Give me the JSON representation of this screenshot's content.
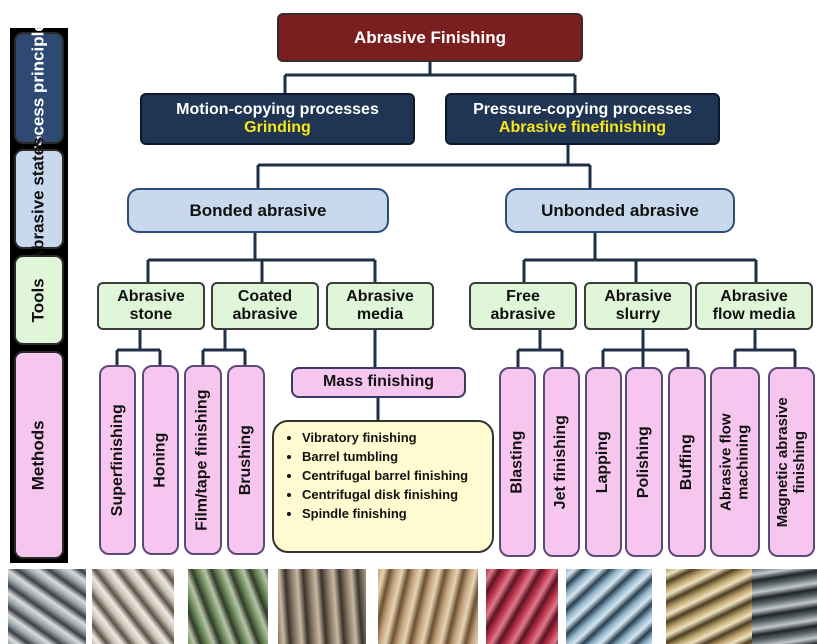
{
  "diagram": {
    "title": "Abrasive Finishing",
    "side_labels": {
      "process_principles": "Process principles",
      "abrasive_states": "Abrasive states",
      "tools": "Tools",
      "methods": "Methods"
    },
    "principles": {
      "motion": {
        "line1": "Motion-copying processes",
        "line2": "Grinding"
      },
      "pressure": {
        "line1": "Pressure-copying processes",
        "line2": "Abrasive finefinishing"
      }
    },
    "states": {
      "bonded": "Bonded abrasive",
      "unbonded": "Unbonded abrasive"
    },
    "tools": {
      "abrasive_stone": {
        "line1": "Abrasive",
        "line2": "stone"
      },
      "coated_abrasive": {
        "line1": "Coated",
        "line2": "abrasive"
      },
      "abrasive_media": {
        "line1": "Abrasive",
        "line2": "media"
      },
      "free_abrasive": {
        "line1": "Free",
        "line2": "abrasive"
      },
      "abrasive_slurry": {
        "line1": "Abrasive",
        "line2": "slurry"
      },
      "abrasive_flow_media": {
        "line1": "Abrasive",
        "line2": "flow media"
      }
    },
    "methods": {
      "superfinishing": "Superfinishing",
      "honing": "Honing",
      "film_tape_finishing": "Film/tape finishing",
      "brushing": "Brushing",
      "mass_finishing": "Mass finishing",
      "mass_finishing_items": [
        "Vibratory finishing",
        "Barrel tumbling",
        "Centrifugal barrel finishing",
        "Centrifugal disk finishing",
        "Spindle finishing"
      ],
      "blasting": "Blasting",
      "jet_finishing": "Jet  finishing",
      "lapping": "Lapping",
      "polishing": "Polishing",
      "buffing": "Buffing",
      "abrasive_flow_machining": {
        "line1": "Abrasive flow",
        "line2": "machining"
      },
      "magnetic_abrasive_finishing": {
        "line1": "Magnetic abrasive",
        "line2": "finishing"
      }
    }
  },
  "photos": [
    {
      "name": "superfinishing-photo",
      "colors": [
        "#9aa2a6",
        "#3a3f44",
        "#d9dcdf"
      ]
    },
    {
      "name": "honing-photo",
      "colors": [
        "#c8c0b4",
        "#5b5047",
        "#efe9e0"
      ]
    },
    {
      "name": "film-finishing-photo",
      "colors": [
        "#6e8c5a",
        "#2f3a2a",
        "#b8c4a8"
      ]
    },
    {
      "name": "brushing-photo",
      "colors": [
        "#8a7a68",
        "#3a332b",
        "#c7b8a3"
      ]
    },
    {
      "name": "flap-wheel-photo",
      "colors": [
        "#c2a27e",
        "#6b4f33",
        "#e7d2b5"
      ]
    },
    {
      "name": "tumbling-media-photo",
      "colors": [
        "#b8314a",
        "#5a1422",
        "#e07a8c"
      ]
    },
    {
      "name": "jet-finishing-photo",
      "colors": [
        "#8fb3c9",
        "#2a3f4e",
        "#d6e6ef"
      ]
    },
    {
      "name": "lapping-photo",
      "colors": [
        "#b9a06a",
        "#4b3d22",
        "#efe2bf"
      ]
    },
    {
      "name": "flow-machining-photo",
      "colors": [
        "#5f6a6f",
        "#1f2427",
        "#c3c9cc"
      ]
    },
    {
      "name": "magnetic-finishing-photo",
      "colors": [
        "#9a9a9a",
        "#2e2e2e",
        "#e2e2e2"
      ]
    }
  ]
}
